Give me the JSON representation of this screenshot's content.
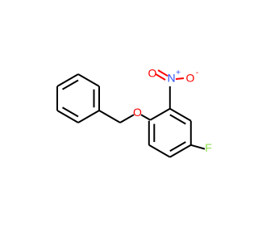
{
  "atoms": {
    "oxygen_ether": {
      "symbol": "O"
    },
    "nitrogen": {
      "symbol": "N",
      "charge": "+"
    },
    "oxygen_nitro_top": {
      "symbol": "O"
    },
    "oxygen_nitro_right": {
      "symbol": "O",
      "charge": "-"
    },
    "fluorine": {
      "symbol": "F"
    }
  },
  "colors": {
    "oxygen": "#ff0000",
    "nitrogen": "#3050f8",
    "fluorine": "#90e050",
    "carbon_bond": "#000000",
    "background": "#ffffff"
  }
}
